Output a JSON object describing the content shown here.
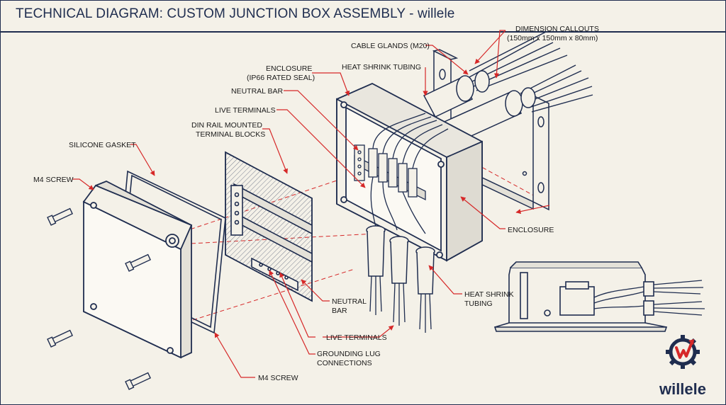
{
  "header": {
    "title": "TECHNICAL DIAGRAM: CUSTOM JUNCTION BOX ASSEMBLY - willele"
  },
  "labels": {
    "dimension_callouts": [
      "DIMENSION CALLOUTS",
      "(150mm x 150mm x 80mm)"
    ],
    "cable_glands": [
      "CABLE GLANDS (M20)"
    ],
    "heat_shrink_top": [
      "HEAT SHRINK TUBING"
    ],
    "enclosure_top": [
      "ENCLOSURE",
      "(IP66 RATED SEAL)"
    ],
    "neutral_bar_top": [
      "NEUTRAL BAR"
    ],
    "live_terminals_top": [
      "LIVE TERMINALS"
    ],
    "din_rail": [
      "DIN RAIL MOUNTED",
      "TERMINAL BLOCKS"
    ],
    "silicone_gasket": [
      "SILICONE GASKET"
    ],
    "m4_screw_left": [
      "M4 SCREW"
    ],
    "enclosure_right": [
      "ENCLOSURE"
    ],
    "heat_shrink_bottom": [
      "HEAT SHRINK",
      "TUBING"
    ],
    "neutral_bar_bottom": [
      "NEUTRAL",
      "BAR"
    ],
    "live_terminals_bottom": [
      "LIVE TERMINALS"
    ],
    "grounding_lug": [
      "GROUNDING LUG",
      "CONNECTIONS"
    ],
    "m4_screw_bottom": [
      "M4 SCREW"
    ]
  },
  "logo": {
    "wordmark": "willele",
    "accent_color": "#d62828",
    "brand_color": "#1f2d4f"
  },
  "colors": {
    "ink": "#1f2d4f",
    "leader": "#d62828",
    "paper": "#f4f1e8"
  }
}
